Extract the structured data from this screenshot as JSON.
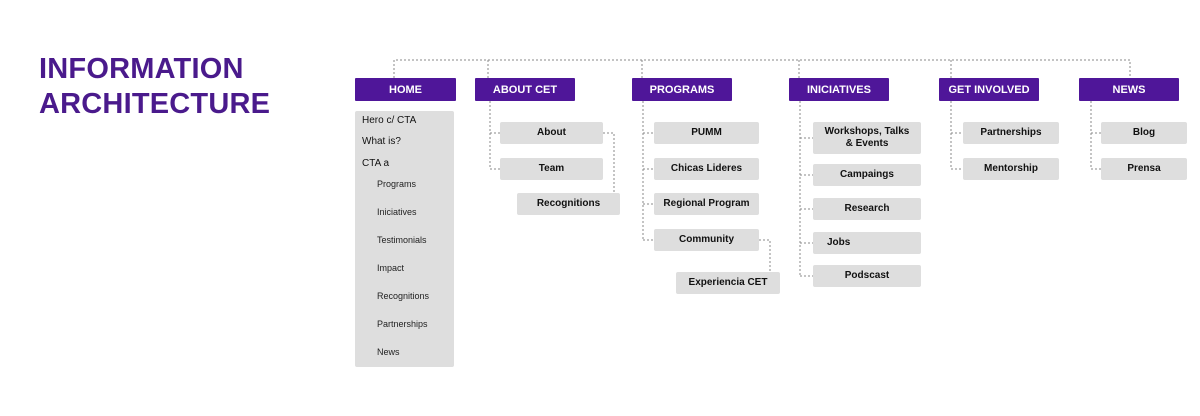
{
  "title": {
    "line1": "INFORMATION",
    "line2": "ARCHITECTURE"
  },
  "colors": {
    "accent": "#4f1699",
    "title": "#4a1a8c",
    "box": "#dedede"
  },
  "home": {
    "header": "HOME",
    "items": [
      "Hero c/ CTA",
      "What is?",
      "CTA a"
    ],
    "subitems": [
      "Programs",
      "Iniciatives",
      "Testimonials",
      "Impact",
      "Recognitions",
      "Partnerships",
      "News"
    ]
  },
  "about": {
    "header": "ABOUT CET",
    "items": [
      "About",
      "Team",
      "Recognitions"
    ]
  },
  "programs": {
    "header": "PROGRAMS",
    "items": [
      "PUMM",
      "Chicas Lideres",
      "Regional Program",
      "Community",
      "Experiencia CET"
    ]
  },
  "iniciatives": {
    "header": "INICIATIVES",
    "items": [
      "Workshops, Talks",
      "& Events",
      "Campaings",
      "Research",
      "Jobs",
      "Podscast"
    ]
  },
  "get_involved": {
    "header": "GET INVOLVED",
    "items": [
      "Partnerships",
      "Mentorship"
    ]
  },
  "news": {
    "header": "NEWS",
    "items": [
      "Blog",
      "Prensa"
    ]
  }
}
